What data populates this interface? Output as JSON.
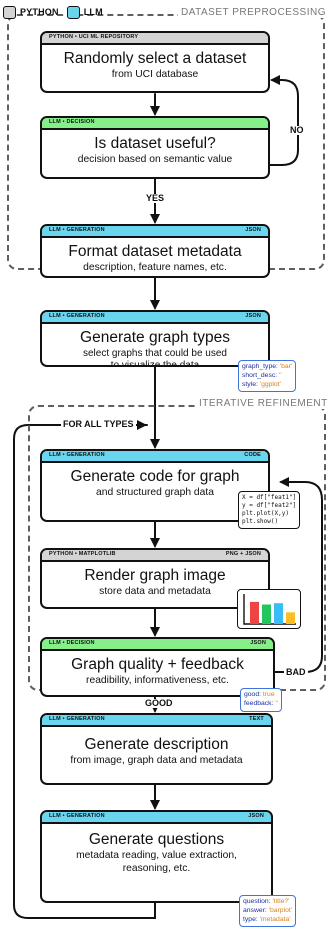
{
  "legend": [
    {
      "label": "PYTHON",
      "color": "#d4d4d4"
    },
    {
      "label": "LLM",
      "color": "#6ad5ef"
    }
  ],
  "regions": {
    "preprocessing": "DATASET PREPROCESSING",
    "refinement": "ITERATIVE REFINEMENT"
  },
  "boxes": [
    {
      "header": "PYTHON • UCI ML REPOSITORY",
      "tag": "",
      "title": "Randomly select a dataset",
      "subtitle": "from UCI database",
      "color": "#d4d4d4"
    },
    {
      "header": "LLM • DECISION",
      "tag": "",
      "title": "Is dataset useful?",
      "subtitle": "decision based on semantic value",
      "color": "#86ef8a"
    },
    {
      "header": "LLM • GENERATION",
      "tag": "JSON",
      "title": "Format dataset metadata",
      "subtitle": "description, feature names, etc.",
      "color": "#6ad5ef"
    },
    {
      "header": "LLM • GENERATION",
      "tag": "JSON",
      "title": "Generate graph types",
      "subtitle": "select graphs that could be used to visualize the data",
      "color": "#6ad5ef"
    },
    {
      "header": "LLM • GENERATION",
      "tag": "CODE",
      "title": "Generate code for graph",
      "subtitle": "and structured graph data",
      "color": "#6ad5ef"
    },
    {
      "header": "PYTHON • MATPLOTLIB",
      "tag": "PNG + JSON",
      "title": "Render graph image",
      "subtitle": "store data and metadata",
      "color": "#d4d4d4"
    },
    {
      "header": "LLM • DECISION",
      "tag": "JSON",
      "title": "Graph quality + feedback",
      "subtitle": "readibility, informativeness, etc.",
      "color": "#86ef8a"
    },
    {
      "header": "LLM • GENERATION",
      "tag": "TEXT",
      "title": "Generate description",
      "subtitle": "from image, graph data and metadata",
      "color": "#6ad5ef"
    },
    {
      "header": "LLM • GENERATION",
      "tag": "JSON",
      "title": "Generate questions",
      "subtitle": "metadata reading, value extraction, reasoning, etc.",
      "color": "#6ad5ef"
    }
  ],
  "labels": {
    "no": "NO",
    "yes": "YES",
    "for_all_types": "FOR ALL TYPES",
    "bad": "BAD",
    "good": "GOOD"
  },
  "notes": {
    "graph_type": [
      {
        "key": "graph_type: ",
        "val": "'bar'"
      },
      {
        "key": "short_desc: ",
        "val": "''"
      },
      {
        "key": "style: ",
        "val": "'ggplot'"
      }
    ],
    "code_lines": "X = df[\"feat1\"]\ny = df[\"feat2\"]\nplt.plot(X,y)\nplt.show()",
    "feedback": [
      {
        "key": "good: ",
        "val": "true"
      },
      {
        "key": "feedback: ",
        "val": "''"
      }
    ],
    "question": [
      {
        "key": "question: ",
        "val": "'title?'"
      },
      {
        "key": "answer: ",
        "val": "'barplot'"
      },
      {
        "key": "type: ",
        "val": "'metadata'"
      }
    ]
  },
  "chart_icon_bars": [
    {
      "value": 0.85,
      "color": "#ef4444"
    },
    {
      "value": 0.75,
      "color": "#22c55e"
    },
    {
      "value": 0.8,
      "color": "#38bdf8"
    },
    {
      "value": 0.45,
      "color": "#fbbf24"
    }
  ]
}
